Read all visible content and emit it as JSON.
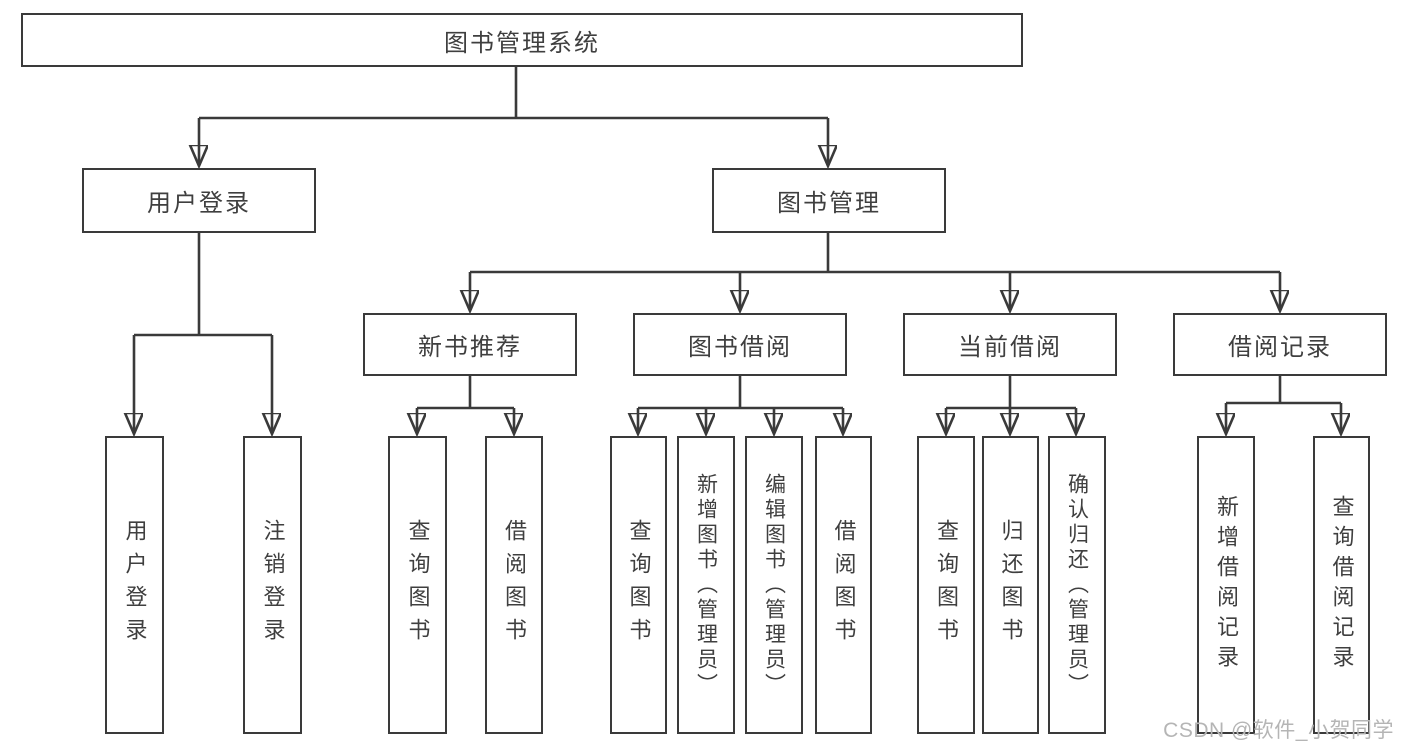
{
  "diagram": {
    "root": {
      "label": "图书管理系统"
    },
    "level2": [
      {
        "label": "用户登录",
        "children": [
          {
            "label": "用户登录"
          },
          {
            "label": "注销登录"
          }
        ]
      },
      {
        "label": "图书管理",
        "children": [
          {
            "label": "新书推荐",
            "children": [
              {
                "label": "查询图书"
              },
              {
                "label": "借阅图书"
              }
            ]
          },
          {
            "label": "图书借阅",
            "children": [
              {
                "label": "查询图书"
              },
              {
                "label": "新增图书（管理员）"
              },
              {
                "label": "编辑图书（管理员）"
              },
              {
                "label": "借阅图书"
              }
            ]
          },
          {
            "label": "当前借阅",
            "children": [
              {
                "label": "查询图书"
              },
              {
                "label": "归还图书"
              },
              {
                "label": "确认归还（管理员）"
              }
            ]
          },
          {
            "label": "借阅记录",
            "children": [
              {
                "label": "新增借阅记录"
              },
              {
                "label": "查询借阅记录"
              }
            ]
          }
        ]
      }
    ]
  },
  "watermark": {
    "text": "CSDN @软件_小贺同学"
  },
  "colors": {
    "line": "#3a3a3a",
    "text": "#3f3f3f",
    "watermark": "#b5b5b5",
    "background": "#ffffff"
  }
}
